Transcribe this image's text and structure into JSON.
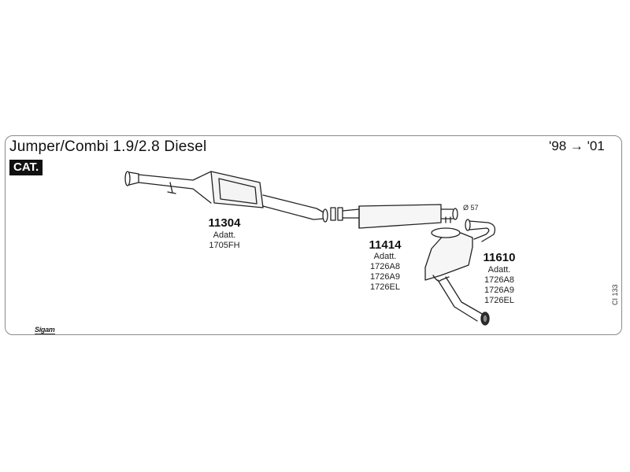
{
  "header": {
    "title": "Jumper/Combi 1.9/2.8 Diesel",
    "years": "'98 → '01",
    "badge": "CAT."
  },
  "parts": [
    {
      "code": "11304",
      "adatt_label": "Adatt.",
      "adatt": [
        "1705FH"
      ]
    },
    {
      "code": "11414",
      "adatt_label": "Adatt.",
      "adatt": [
        "1726A8",
        "1726A9",
        "1726EL"
      ]
    },
    {
      "code": "11610",
      "adatt_label": "Adatt.",
      "adatt": [
        "1726A8",
        "1726A9",
        "1726EL"
      ]
    }
  ],
  "diameter_note": "Ø 57",
  "reference": "CI 133",
  "logo": "Sigam"
}
